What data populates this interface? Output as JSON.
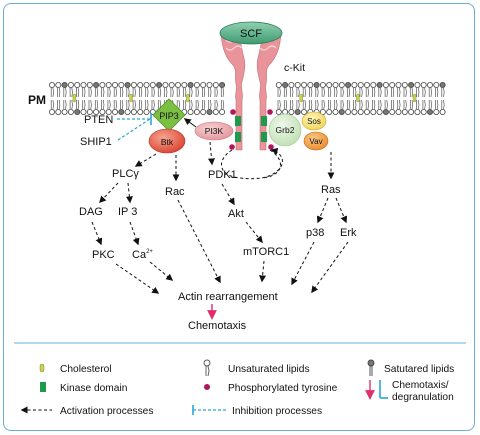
{
  "diagram": {
    "membrane_label": "PM",
    "receptor": {
      "ligand": "SCF",
      "receptor": "c-Kit"
    },
    "nodes": {
      "pip3": "PIP3",
      "btk": "Btk",
      "pi3k": "PI3K",
      "grb2": "Grb2",
      "sos": "Sos",
      "vav": "Vav",
      "pten": "PTEN",
      "ship1": "SHIP1",
      "plcg": "PLCγ",
      "dag": "DAG",
      "ip3": "IP 3",
      "pkc": "PKC",
      "ca": "Ca",
      "ca_sup": "2+",
      "rac": "Rac",
      "pdk1": "PDK1",
      "akt": "Akt",
      "mtorc1": "mTORC1",
      "ras": "Ras",
      "p38": "p38",
      "erk": "Erk",
      "actin": "Actin rearrangement",
      "chemotaxis": "Chemotaxis"
    }
  },
  "legend": {
    "items": [
      {
        "icon": "cholesterol-icon",
        "label": "Cholesterol"
      },
      {
        "icon": "unsaturated-lipid-icon",
        "label": "Unsaturated  lipids"
      },
      {
        "icon": "saturated-lipid-icon",
        "label": "Satutared  lipids"
      },
      {
        "icon": "kinase-domain-icon",
        "label": "Kinase domain"
      },
      {
        "icon": "phosphorylated-tyrosine-icon",
        "label": "Phosphorylated   tyrosine"
      },
      {
        "icon": "chemotaxis-degranulation-icon",
        "label": "Chemotaxis/"
      },
      {
        "icon": "chemotaxis-degranulation-icon",
        "label": "degranulation"
      },
      {
        "icon": "activation-arrow-icon",
        "label": "Activation  processes"
      },
      {
        "icon": "inhibition-line-icon",
        "label": "Inhibition  processes"
      }
    ]
  },
  "colors": {
    "frame": "#6aaed6",
    "scf": "#5fae8a",
    "receptor": "#e8949a",
    "kinase_domain": "#1f9a4a",
    "phospho_tyrosine": "#b0165a",
    "pip3": "#7cc043",
    "btk": "#e85a46",
    "pi3k": "#eaa8ac",
    "grb2": "#cfe9c4",
    "sos": "#f4e27a",
    "vav": "#f2a24a",
    "inhibition": "#2aa6d8",
    "chemotaxis_arrow": "#e0306a"
  }
}
